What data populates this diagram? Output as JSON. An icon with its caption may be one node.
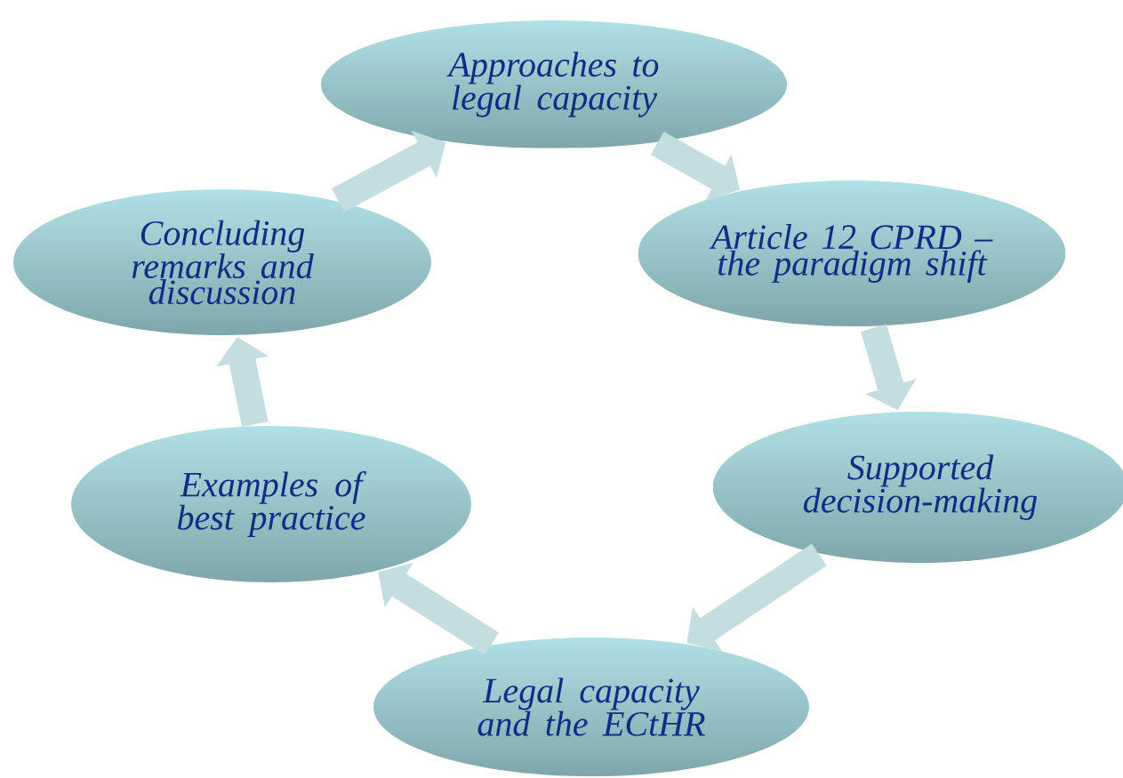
{
  "diagram": {
    "nodes": [
      {
        "text": [
          "Approaches to legal capacity"
        ]
      },
      {
        "text": [
          "Article 12 CPRD – the paradigm shift"
        ]
      },
      {
        "text": [
          "Supported decision-making"
        ]
      },
      {
        "text": [
          "Legal capacity and the ECtHR"
        ]
      },
      {
        "text": [
          "Examples of best practice"
        ]
      },
      {
        "text": [
          "Concluding remarks and discussion"
        ]
      }
    ],
    "edges": [
      {
        "from": 0,
        "to": 1,
        "arrow": "to"
      },
      {
        "from": 1,
        "to": 2,
        "arrow": "to"
      },
      {
        "from": 2,
        "to": 3,
        "arrow": "to"
      },
      {
        "from": 3,
        "to": 4,
        "arrow": "to"
      },
      {
        "from": 4,
        "to": 5,
        "arrow": "to"
      },
      {
        "from": 5,
        "to": 0,
        "arrow": "to"
      }
    ]
  }
}
